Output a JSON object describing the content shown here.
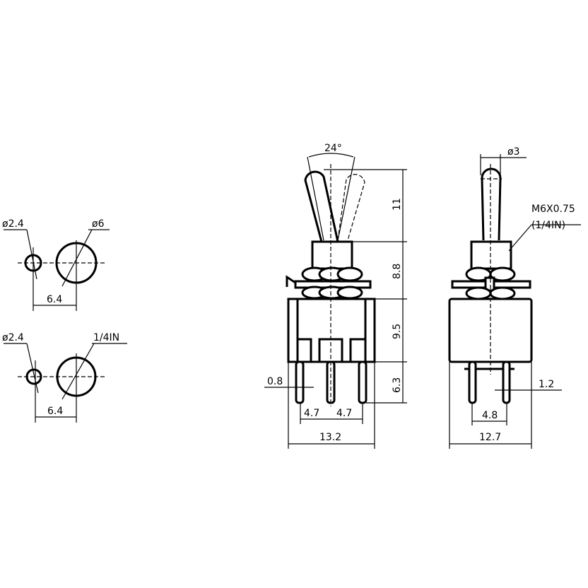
{
  "mounting_holes": {
    "top": {
      "small_dia": "ø2.4",
      "large_dia": "ø6",
      "spacing": "6.4"
    },
    "bottom": {
      "small_dia": "ø2.4",
      "large_dia": "1/4IN",
      "spacing": "6.4"
    }
  },
  "front_view": {
    "angle": "24°",
    "lever_height": "11",
    "bushing_height": "8.8",
    "body_height": "9.5",
    "pin_length": "6.3",
    "pin_width": "0.8",
    "pin_pitch_left": "4.7",
    "pin_pitch_right": "4.7",
    "body_width": "13.2"
  },
  "side_view": {
    "lever_dia": "ø3",
    "thread": "M6X0.75",
    "thread_alt": "(1/4IN)",
    "pin_thickness": "1.2",
    "pin_pitch": "4.8",
    "body_width": "12.7"
  }
}
